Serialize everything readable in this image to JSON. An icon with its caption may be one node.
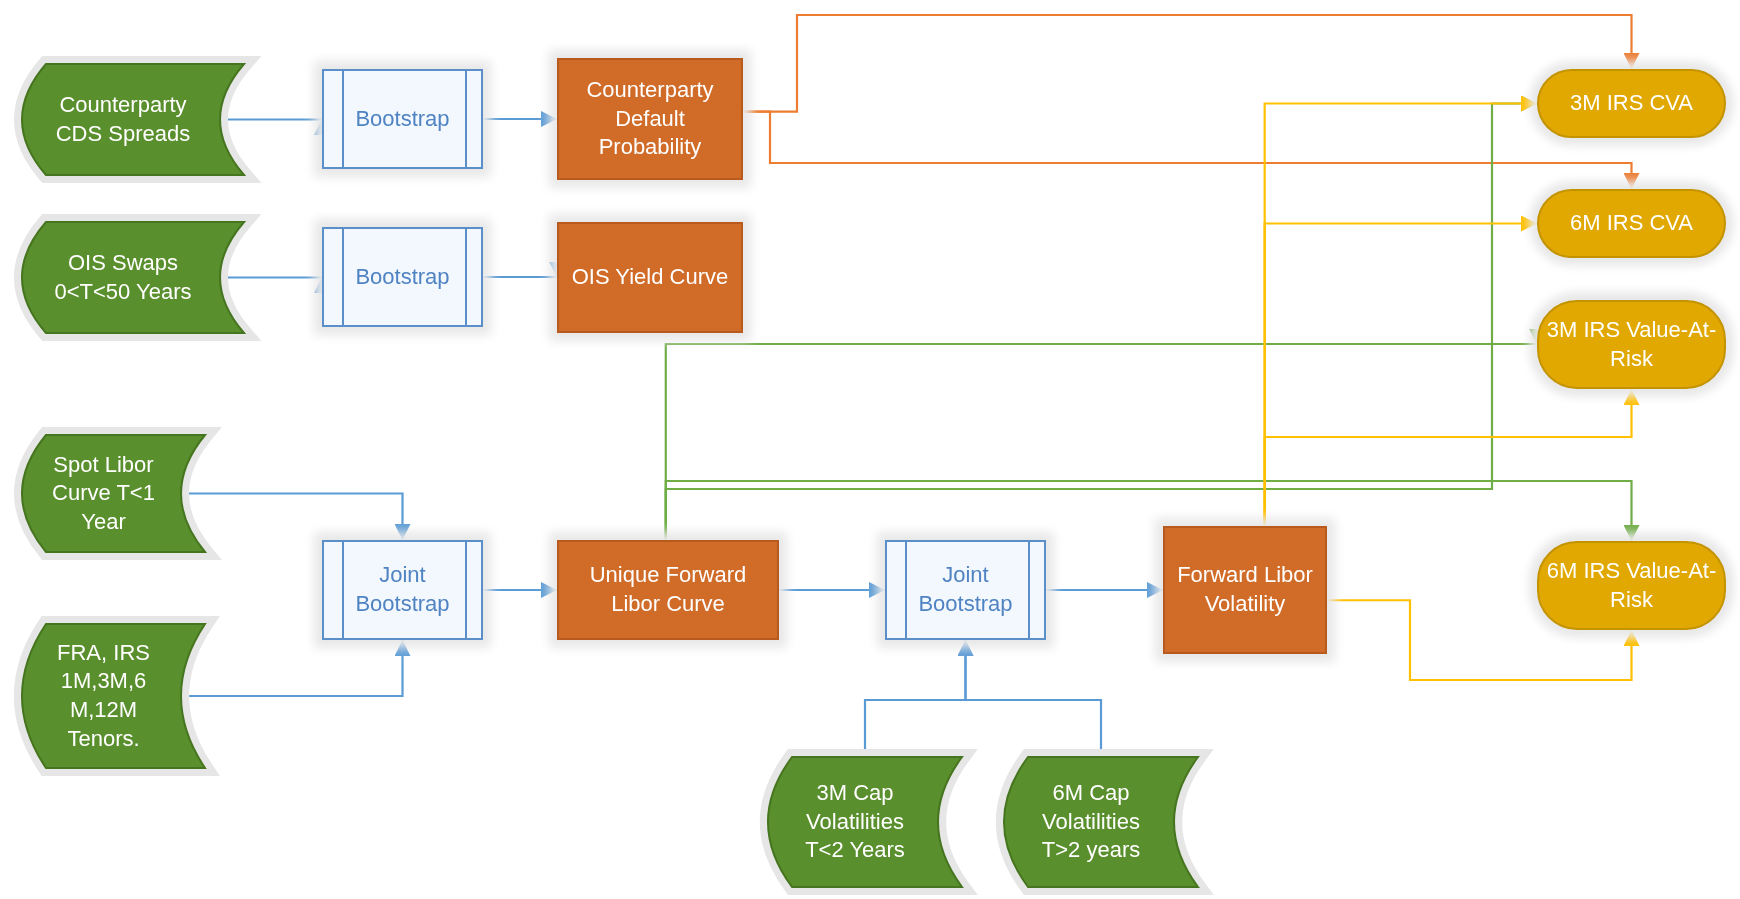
{
  "diagram": {
    "nodes": [
      {
        "text": [
          "Counterparty CDS Spreads"
        ]
      },
      {
        "text": [
          "Bootstrap"
        ]
      },
      {
        "text": [
          "Counterparty Default Probability"
        ]
      },
      {
        "text": [
          "OIS Swaps 0<T<50 Years"
        ]
      },
      {
        "text": [
          "Bootstrap"
        ]
      },
      {
        "text": [
          "OIS Yield Curve"
        ]
      },
      {
        "text": [
          "Spot Libor Curve T<1 Year"
        ]
      },
      {
        "text": [
          "FRA, IRS 1M,3M,6 M,12M Tenors."
        ]
      },
      {
        "text": [
          "Joint Bootstrap"
        ]
      },
      {
        "text": [
          "Unique Forward Libor Curve"
        ]
      },
      {
        "text": [
          "Joint Bootstrap"
        ]
      },
      {
        "text": [
          "Forward Libor Volatility"
        ]
      },
      {
        "text": [
          "3M Cap Volatilities T<2 Years"
        ]
      },
      {
        "text": [
          "6M Cap Volatilities T>2 years"
        ]
      },
      {
        "text": [
          "3M IRS CVA"
        ]
      },
      {
        "text": [
          "6M IRS CVA"
        ]
      },
      {
        "text": [
          "3M IRS Value-At-Risk"
        ]
      },
      {
        "text": [
          "6M IRS Value-At-Risk"
        ]
      }
    ],
    "edges": [
      {
        "from": 0,
        "to": 1,
        "arrow": "to"
      },
      {
        "from": 1,
        "to": 2,
        "arrow": "to"
      },
      {
        "from": 3,
        "to": 4,
        "arrow": "to"
      },
      {
        "from": 4,
        "to": 5,
        "arrow": "to"
      },
      {
        "from": 6,
        "to": 8,
        "arrow": "to"
      },
      {
        "from": 7,
        "to": 8,
        "arrow": "to"
      },
      {
        "from": 8,
        "to": 9,
        "arrow": "to"
      },
      {
        "from": 9,
        "to": 10,
        "arrow": "to"
      },
      {
        "from": 10,
        "to": 11,
        "arrow": "to"
      },
      {
        "from": 12,
        "to": 10,
        "arrow": "to"
      },
      {
        "from": 13,
        "to": 10,
        "arrow": "to"
      },
      {
        "from": 2,
        "to": 14,
        "arrow": "to",
        "color": "#ed7d31"
      },
      {
        "from": 2,
        "to": 15,
        "arrow": "to",
        "color": "#ed7d31"
      },
      {
        "from": 9,
        "to": 16,
        "arrow": "to",
        "color": "#70ad47"
      },
      {
        "from": 9,
        "to": 17,
        "arrow": "to",
        "color": "#70ad47"
      },
      {
        "from": 9,
        "to": 14,
        "arrow": "to",
        "color": "#70ad47"
      },
      {
        "from": 11,
        "to": 14,
        "arrow": "to",
        "color": "#ffc000"
      },
      {
        "from": 11,
        "to": 15,
        "arrow": "to",
        "color": "#ffc000"
      },
      {
        "from": 11,
        "to": 16,
        "arrow": "to",
        "color": "#ffc000"
      },
      {
        "from": 11,
        "to": 17,
        "arrow": "to",
        "color": "#ffc000"
      }
    ]
  }
}
